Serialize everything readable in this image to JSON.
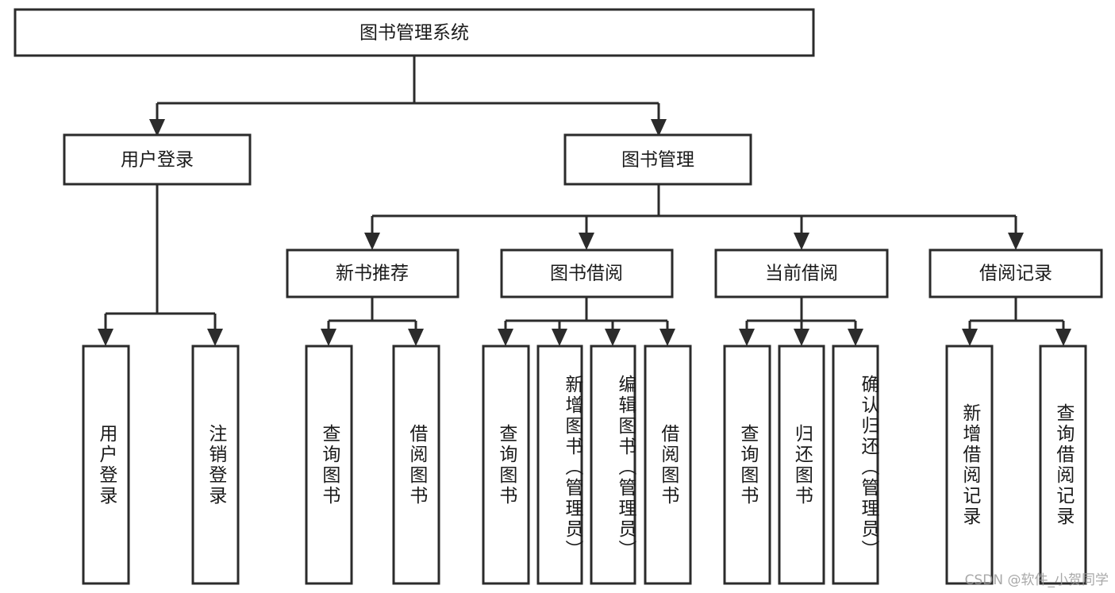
{
  "diagram": {
    "type": "hierarchy-tree",
    "title": "图书管理系统",
    "watermark": "CSDN @软件_小贺同学",
    "colors": {
      "background": "#ffffff",
      "box_fill": "#ffffff",
      "box_stroke": "#2b2b2b",
      "text": "#1a1a1a",
      "watermark": "#9a9a9a"
    },
    "levels": {
      "root": "图书管理系统",
      "level2": [
        "用户登录",
        "图书管理"
      ],
      "level3": [
        "新书推荐",
        "图书借阅",
        "当前借阅",
        "借阅记录"
      ],
      "leaves": [
        "用户登录",
        "注销登录",
        "查询图书",
        "借阅图书",
        "查询图书",
        "新增图书（管理员）",
        "编辑图书（管理员）",
        "借阅图书",
        "查询图书",
        "归还图书",
        "确认归还（管理员）",
        "新增借阅记录",
        "查询借阅记录"
      ]
    },
    "nodes": {
      "root": {
        "label": "图书管理系统"
      },
      "user_login": {
        "label": "用户登录"
      },
      "book_manage": {
        "label": "图书管理"
      },
      "new_book_rec": {
        "label": "新书推荐"
      },
      "book_borrow": {
        "label": "图书借阅"
      },
      "current_borrow": {
        "label": "当前借阅"
      },
      "borrow_record": {
        "label": "借阅记录"
      },
      "leaf_user_login": {
        "label": "用户登录"
      },
      "leaf_logout": {
        "label": "注销登录"
      },
      "leaf_query_book_1": {
        "label": "查询图书"
      },
      "leaf_borrow_book_1": {
        "label": "借阅图书"
      },
      "leaf_query_book_2": {
        "label": "查询图书"
      },
      "leaf_add_book": {
        "label": "新增图书（管理员）"
      },
      "leaf_edit_book": {
        "label": "编辑图书（管理员）"
      },
      "leaf_borrow_book_2": {
        "label": "借阅图书"
      },
      "leaf_query_book_3": {
        "label": "查询图书"
      },
      "leaf_return_book": {
        "label": "归还图书"
      },
      "leaf_confirm_return": {
        "label": "确认归还（管理员）"
      },
      "leaf_add_record": {
        "label": "新增借阅记录"
      },
      "leaf_query_record": {
        "label": "查询借阅记录"
      }
    },
    "edges": [
      {
        "from": "root",
        "to": "user_login"
      },
      {
        "from": "root",
        "to": "book_manage"
      },
      {
        "from": "user_login",
        "to": "leaf_user_login"
      },
      {
        "from": "user_login",
        "to": "leaf_logout"
      },
      {
        "from": "book_manage",
        "to": "new_book_rec"
      },
      {
        "from": "book_manage",
        "to": "book_borrow"
      },
      {
        "from": "book_manage",
        "to": "current_borrow"
      },
      {
        "from": "book_manage",
        "to": "borrow_record"
      },
      {
        "from": "new_book_rec",
        "to": "leaf_query_book_1"
      },
      {
        "from": "new_book_rec",
        "to": "leaf_borrow_book_1"
      },
      {
        "from": "book_borrow",
        "to": "leaf_query_book_2"
      },
      {
        "from": "book_borrow",
        "to": "leaf_add_book"
      },
      {
        "from": "book_borrow",
        "to": "leaf_edit_book"
      },
      {
        "from": "book_borrow",
        "to": "leaf_borrow_book_2"
      },
      {
        "from": "current_borrow",
        "to": "leaf_query_book_3"
      },
      {
        "from": "current_borrow",
        "to": "leaf_return_book"
      },
      {
        "from": "current_borrow",
        "to": "leaf_confirm_return"
      },
      {
        "from": "borrow_record",
        "to": "leaf_add_record"
      },
      {
        "from": "borrow_record",
        "to": "leaf_query_record"
      }
    ]
  }
}
